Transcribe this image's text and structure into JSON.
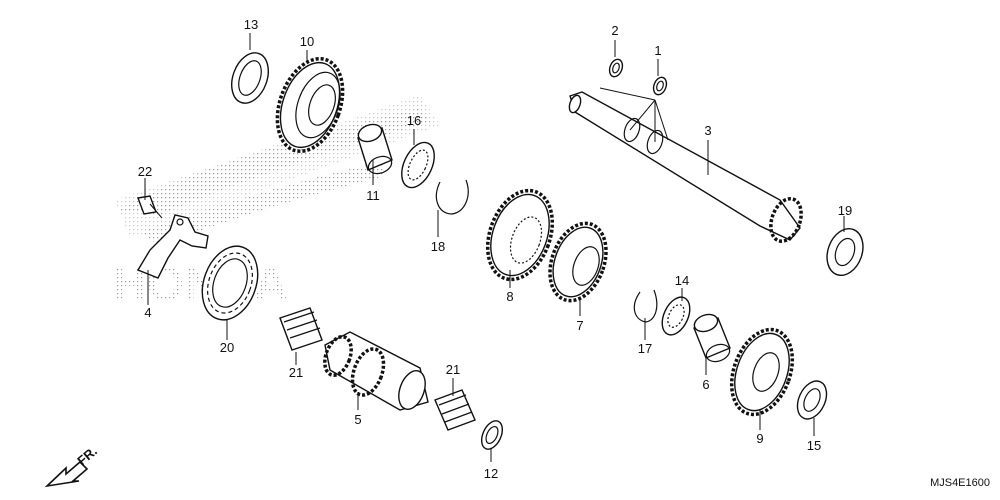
{
  "diagram": {
    "part_numbers": [
      "1",
      "2",
      "3",
      "4",
      "5",
      "6",
      "7",
      "8",
      "9",
      "10",
      "11",
      "12",
      "13",
      "14",
      "15",
      "16",
      "17",
      "18",
      "19",
      "20",
      "21",
      "21",
      "22"
    ],
    "diagram_code": "MJS4E1600",
    "direction_label": "FR.",
    "watermark_text": "HONDA",
    "colors": {
      "line": "#111111",
      "background": "#ffffff",
      "watermark_dots": "#9a9a9a"
    }
  }
}
